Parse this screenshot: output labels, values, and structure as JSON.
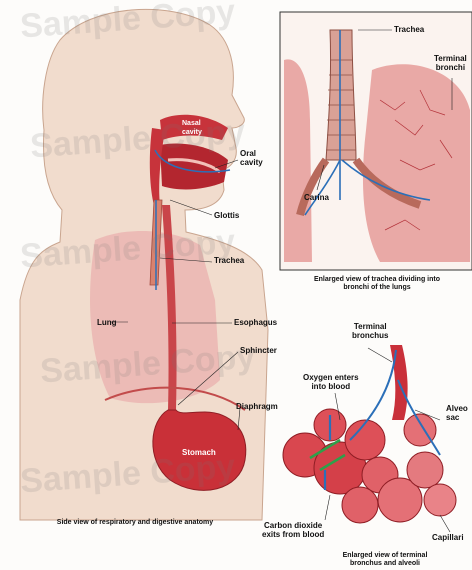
{
  "watermark": "Sample Copy",
  "labels": {
    "nasal_cavity": "Nasal\ncavity",
    "oral_cavity": "Oral\ncavity",
    "glottis": "Glottis",
    "trachea_main": "Trachea",
    "lung": "Lung",
    "esophagus": "Esophagus",
    "sphincter": "Sphincter",
    "diaphragm": "Diaphragm",
    "stomach": "Stomach",
    "trachea_inset": "Trachea",
    "terminal_bronchi": "Terminal\nbronchi",
    "carina": "Carina",
    "terminal_bronchus": "Terminal\nbronchus",
    "oxygen": "Oxygen enters\ninto blood",
    "alveolar_sac": "Alveo\nsac",
    "carbon_dioxide": "Carbon dioxide\nexits from blood",
    "capillaries": "Capillari"
  },
  "captions": {
    "side_view": "Side view of respiratory and digestive anatomy",
    "trachea_inset": "Enlarged view of trachea dividing into\nbronchi of the lungs",
    "alveoli": "Enlarged view of terminal\nbronchus and alveoli"
  },
  "colors": {
    "skin": "#f0d7c4",
    "organ_red": "#c9303a",
    "lung_pink": "#e6a8a8",
    "airway_blue": "#2b6fb8"
  }
}
